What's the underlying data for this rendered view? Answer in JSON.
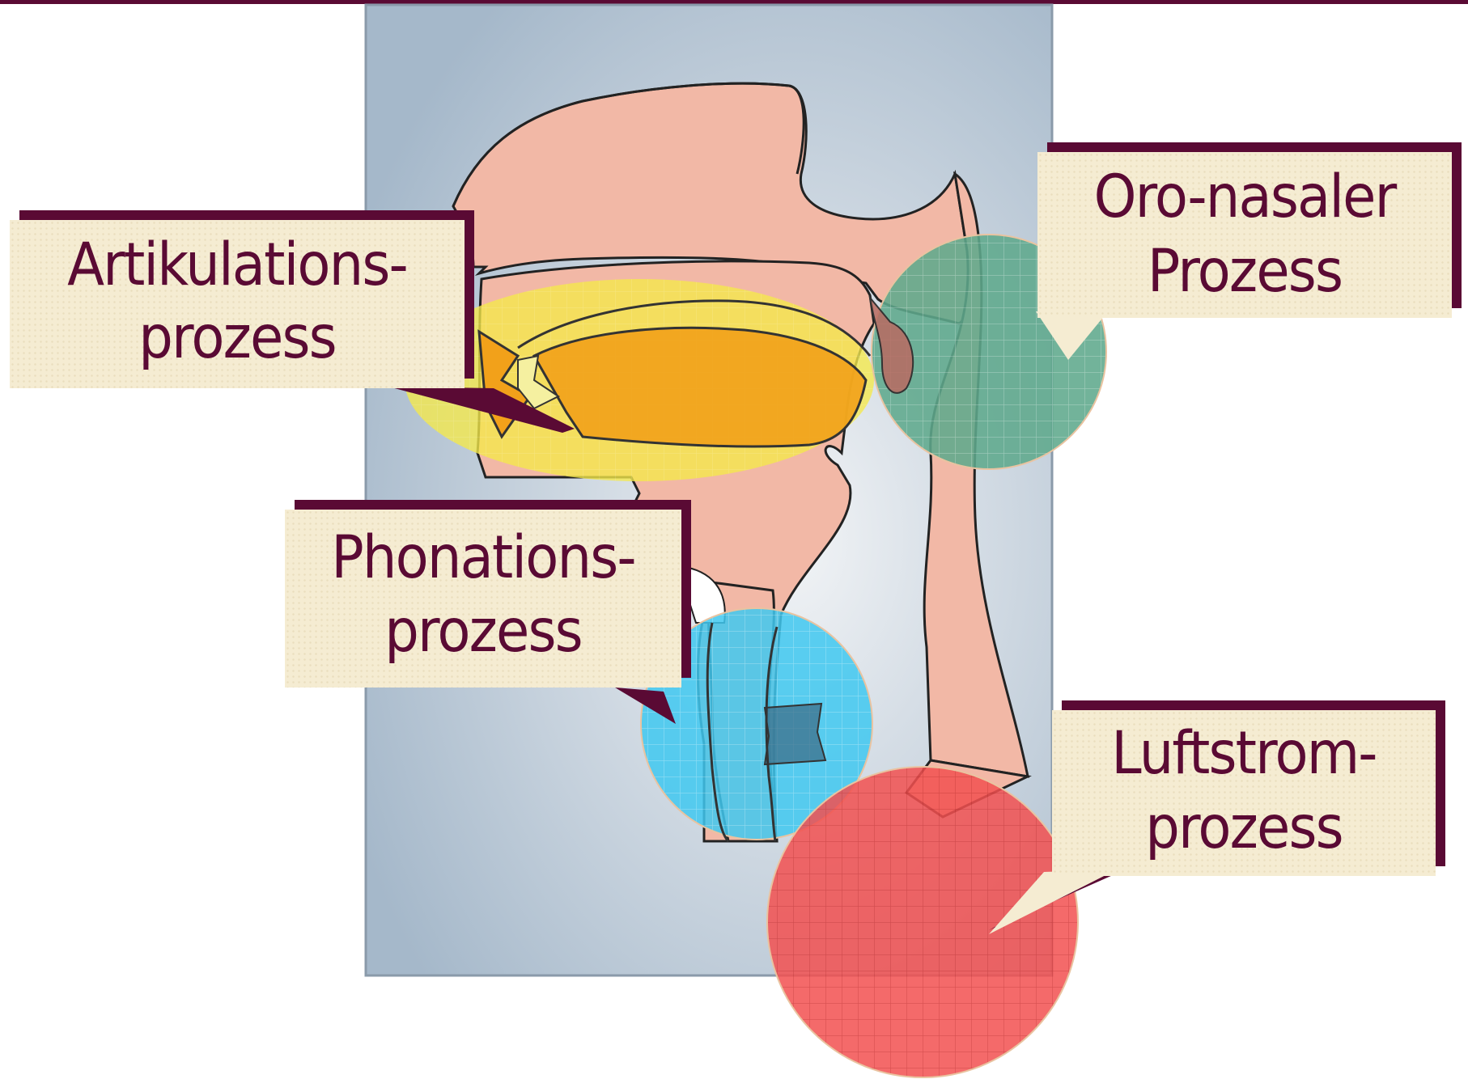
{
  "diagram": {
    "labels": {
      "articulation": {
        "line1": "Artikulations-",
        "line2": "prozess"
      },
      "oronasal": {
        "line1": "Oro-nasaler",
        "line2": "Prozess"
      },
      "phonation": {
        "line1": "Phonations-",
        "line2": "prozess"
      },
      "airstream": {
        "line1": "Luftstrom-",
        "line2": "prozess"
      }
    },
    "colors": {
      "frame_border": "#5a0a34",
      "panel": "#a9bcce",
      "tissue": "#f2b8a6",
      "articulation_region": "#f5e94a",
      "oronasal_region": "#5fa88c",
      "phonation_region": "#3fc8f0",
      "airstream_region": "#f25050",
      "callout_face": "#f5ecd2",
      "callout_shadow": "#5a0a34",
      "text": "#5a0a34"
    }
  }
}
